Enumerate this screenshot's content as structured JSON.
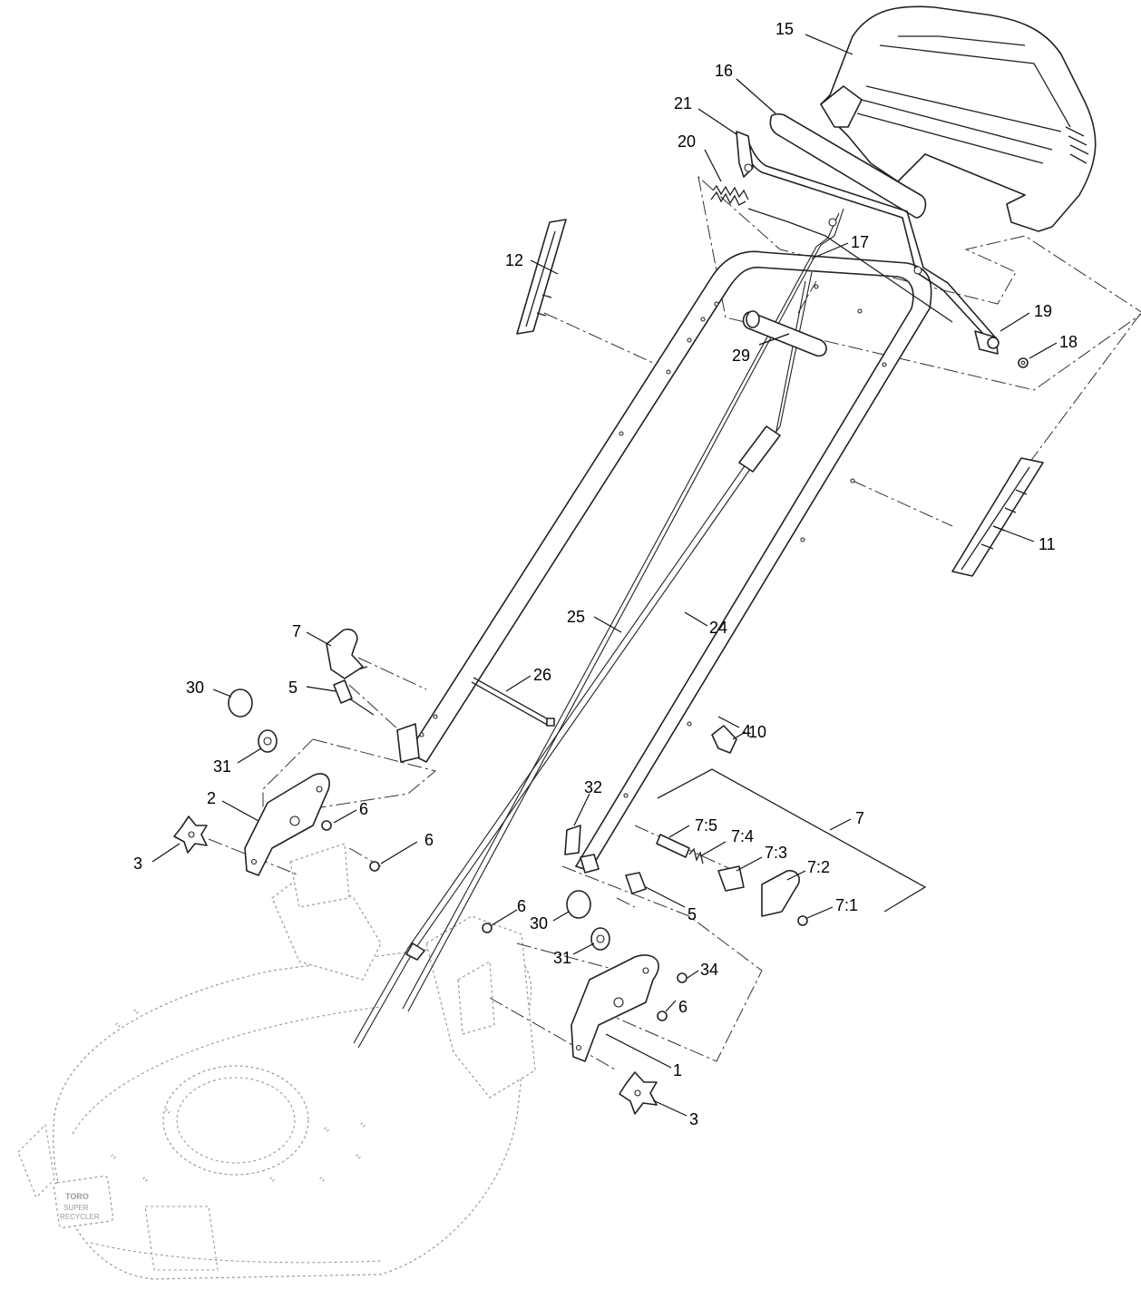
{
  "diagram": {
    "type": "exploded-parts-view",
    "callouts": {
      "c15": "15",
      "c16": "16",
      "c21": "21",
      "c20": "20",
      "c17": "17",
      "c12": "12",
      "c19": "19",
      "c18": "18",
      "c29": "29",
      "c11": "11",
      "c25": "25",
      "c24": "24",
      "c7_top": "7",
      "c26": "26",
      "c30_left": "30",
      "c5_left": "5",
      "c4": "4",
      "c10": "10",
      "c31_left": "31",
      "c2": "2",
      "c6_a": "6",
      "c6_b": "6",
      "c3_left": "3",
      "c32": "32",
      "c7_kit": "7",
      "c7_5": "7:5",
      "c7_4": "7:4",
      "c7_3": "7:3",
      "c7_2": "7:2",
      "c7_1": "7:1",
      "c5_right": "5",
      "c6_c": "6",
      "c30_right": "30",
      "c31_right": "31",
      "c34": "34",
      "c6_d": "6",
      "c1": "1",
      "c3_right": "3"
    },
    "deck_badge": {
      "brand": "TORO",
      "line1": "SUPER",
      "line2": "RECYCLER"
    }
  }
}
